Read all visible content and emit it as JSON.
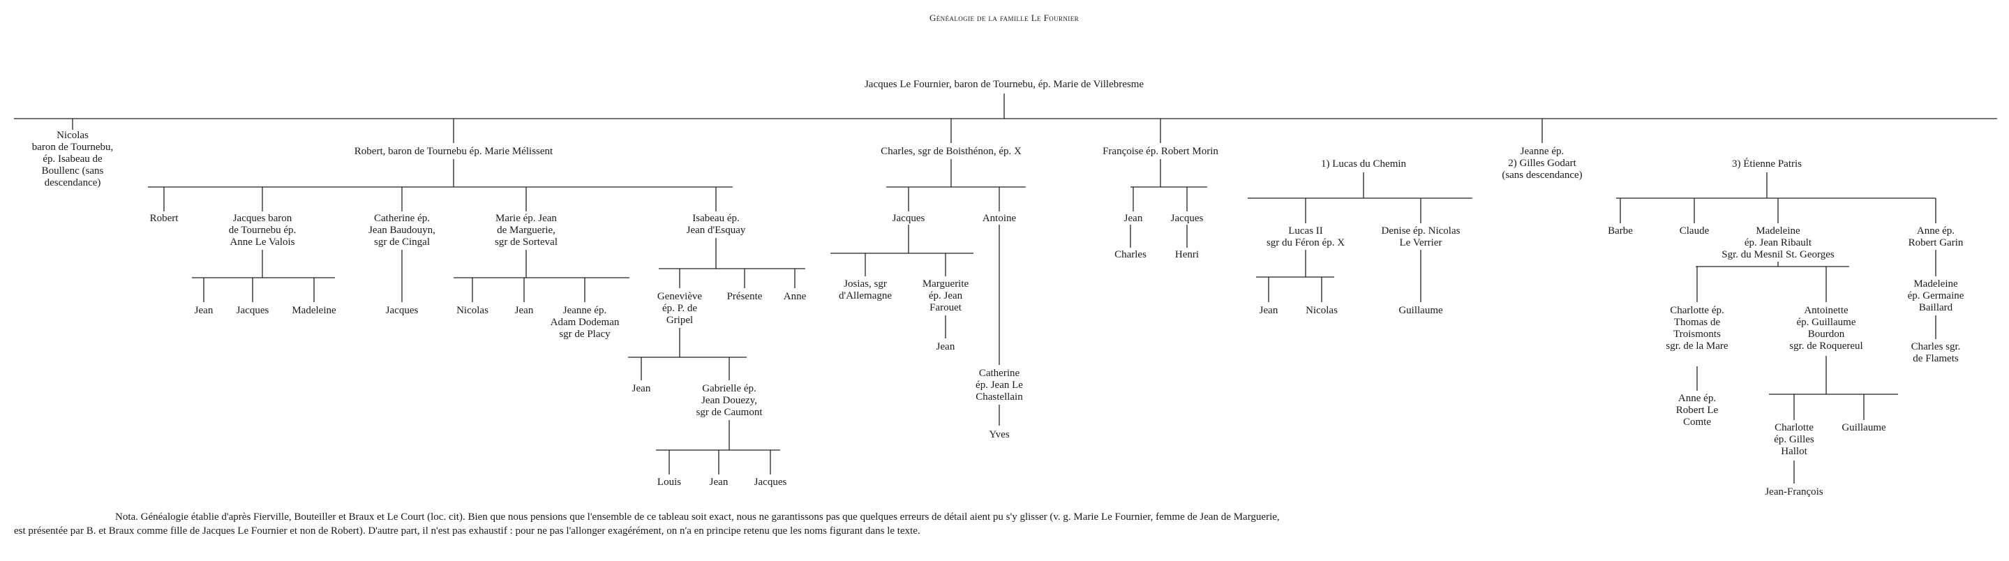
{
  "title": "Généalogie de la famille Le Fournier",
  "people": {
    "root": "Jacques Le Fournier, baron de Tournebu, ép. Marie de Villebresme",
    "nicolas_baron": "Nicolas\nbaron de Tournebu,\nép. Isabeau de\nBoullenc (sans\ndescendance)",
    "robert_baron": "Robert, baron de Tournebu ép. Marie Mélissent",
    "charles_sgr": "Charles, sgr de Boisthénon, ép. X",
    "francoise": "Françoise ép. Robert Morin",
    "lucas_chemin": "1) Lucas du Chemin",
    "jeanne_godart": "Jeanne ép.\n2) Gilles Godart\n(sans descendance)",
    "etienne_patris": "3) Étienne Patris",
    "robert_jr": "Robert",
    "jacques_baron": "Jacques baron\nde Tournebu ép.\nAnne Le Valois",
    "catherine_baudouyn": "Catherine ép.\nJean Baudouyn,\nsgr de Cingal",
    "marie_marguerie": "Marie ép. Jean\nde Marguerie,\nsgr de Sorteval",
    "isabeau_esquay": "Isabeau ép.\nJean d'Esquay",
    "jean_a": "Jean",
    "jacques_a": "Jacques",
    "madeleine_a": "Madeleine",
    "jacques_b": "Jacques",
    "nicolas_b": "Nicolas",
    "jean_b": "Jean",
    "jeanne_dodeman": "Jeanne ép.\nAdam Dodeman\nsgr de Placy",
    "genevieve": "Geneviève\nép. P. de\nGripel",
    "presente": "Présente",
    "anne_b": "Anne",
    "jean_c": "Jean",
    "gabrielle": "Gabrielle ép.\nJean Douezy,\nsgr de Caumont",
    "louis": "Louis",
    "jean_d": "Jean",
    "jacques_d": "Jacques",
    "jacques_c": "Jacques",
    "antoine": "Antoine",
    "josias": "Josias, sgr\nd'Allemagne",
    "marguerite_farouet": "Marguerite\nép. Jean\nFarouet",
    "jean_e": "Jean",
    "catherine_chastellain": "Catherine\nép. Jean Le\nChastellain",
    "yves": "Yves",
    "jean_f": "Jean",
    "jacques_f": "Jacques",
    "charles_f": "Charles",
    "henri": "Henri",
    "lucas_ii": "Lucas II\nsgr du Féron ép. X",
    "denise": "Denise ép. Nicolas\nLe Verrier",
    "jean_g": "Jean",
    "nicolas_g": "Nicolas",
    "guillaume_g": "Guillaume",
    "barbe": "Barbe",
    "claude": "Claude",
    "madeleine_ribault": "Madeleine\nép. Jean Ribault\nSgr. du Mesnil St. Georges",
    "anne_garin": "Anne ép.\nRobert Garin",
    "charlotte_thomas": "Charlotte ép.\nThomas de\nTroismonts\nsgr. de la Mare",
    "antoinette": "Antoinette\nép. Guillaume\nBourdon\nsgr. de Roquereul",
    "madeleine_baillard": "Madeleine\nép. Germaine\nBaillard",
    "charles_flamets": "Charles sgr.\nde Flamets",
    "anne_comte": "Anne ép.\nRobert Le\nComte",
    "charlotte_hallot": "Charlotte\nép. Gilles\nHallot",
    "guillaume_h": "Guillaume",
    "jean_francois": "Jean-François"
  },
  "note": {
    "line1": "Nota.  Généalogie établie d'après Fierville, Bouteiller et Braux et Le Court (loc. cit). Bien que nous pensions que l'ensemble de ce tableau soit exact, nous ne garantissons pas que quelques erreurs de détail aient pu s'y glisser (v. g. Marie Le Fournier, femme de Jean de Marguerie,",
    "line2": "est présentée par B. et Braux comme fille de Jacques Le Fournier et non de Robert). D'autre part, il n'est pas exhaustif : pour ne pas l'allonger exagérément, on n'a en principe retenu que les noms figurant dans le texte."
  }
}
